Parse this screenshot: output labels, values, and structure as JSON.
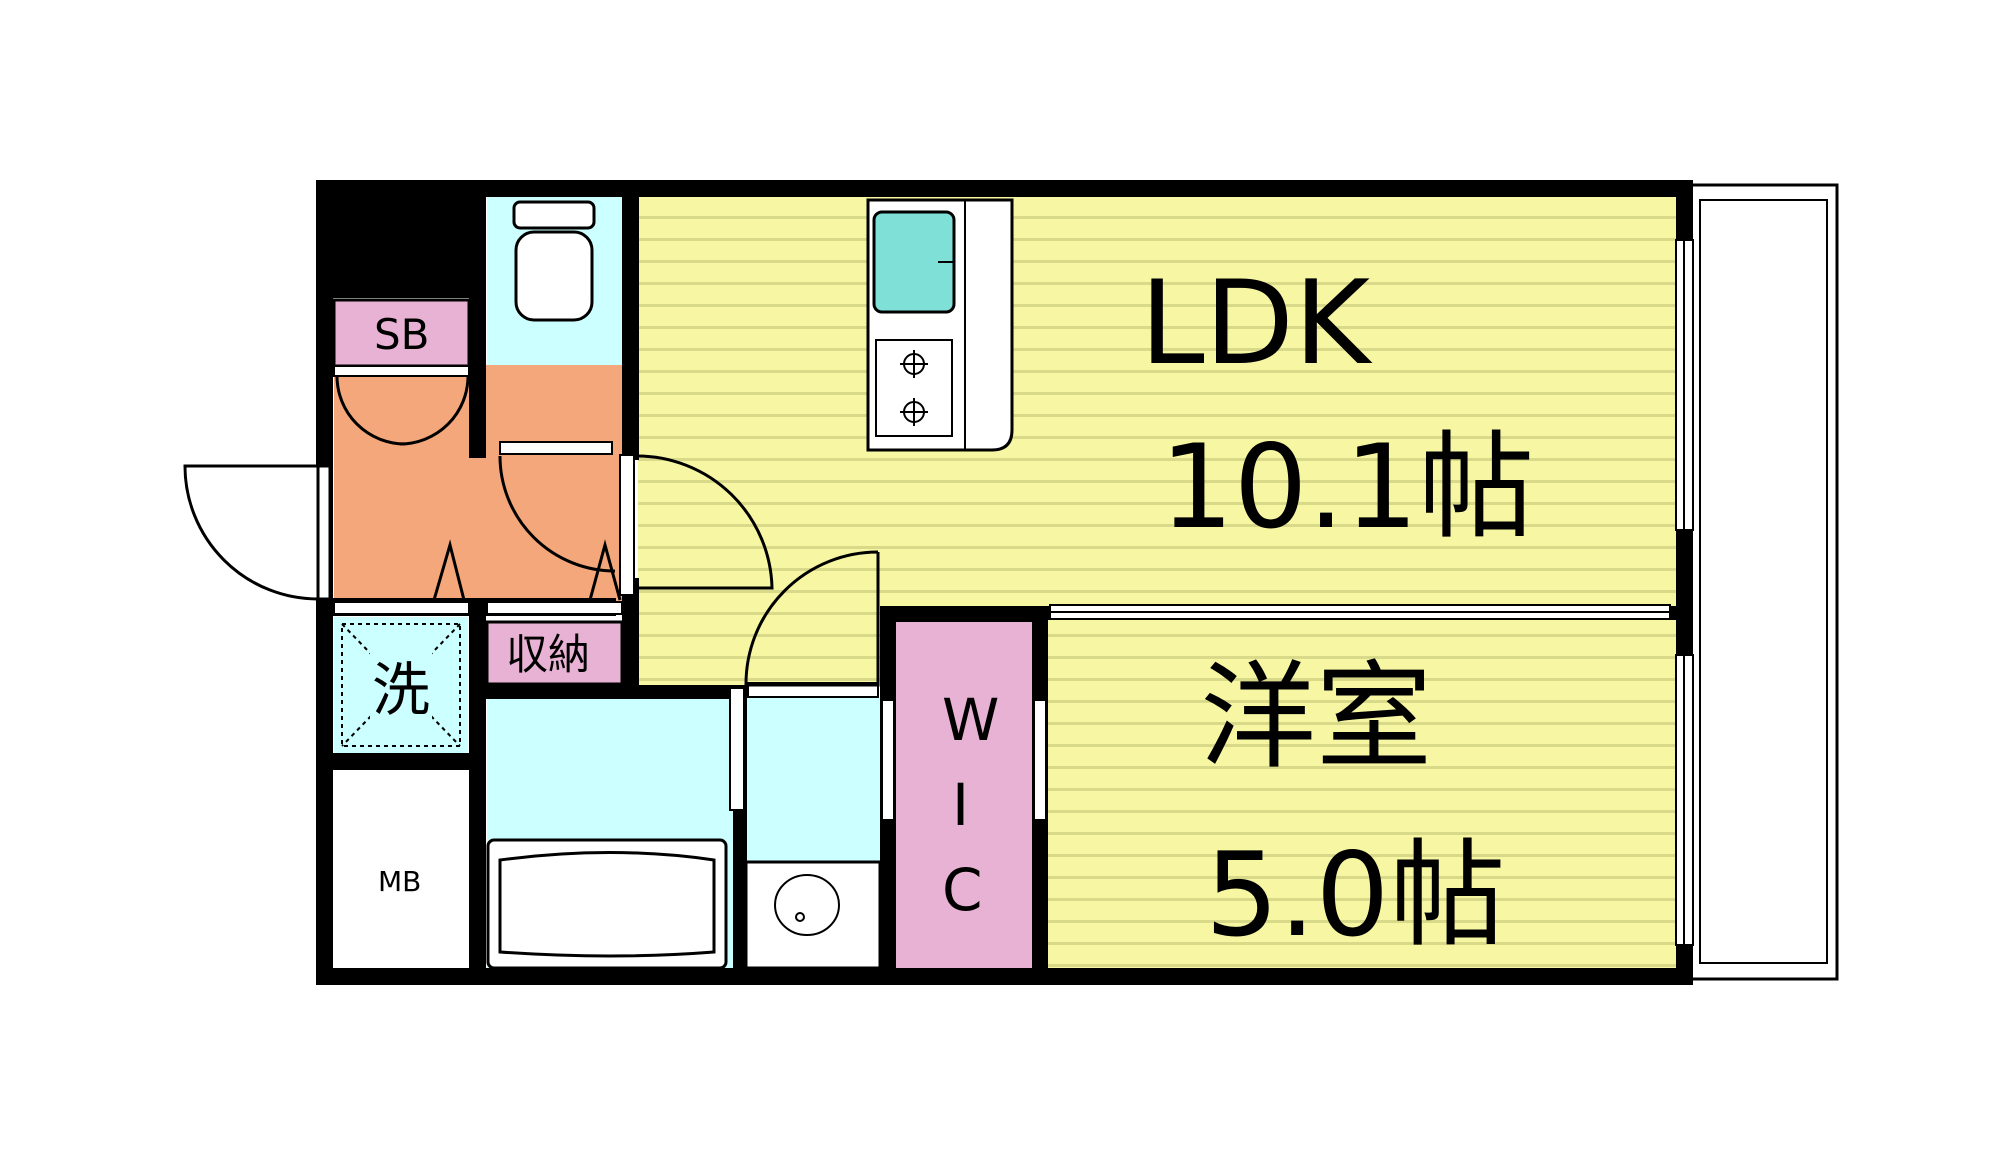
{
  "rooms": {
    "ldk": {
      "name": "LDK",
      "size": "10.1帖"
    },
    "western": {
      "name": "洋室",
      "size": "5.0帖"
    },
    "wic": {
      "letters": [
        "W",
        "I",
        "C"
      ]
    },
    "shoe_box": "SB",
    "storage": "収納",
    "washer": "洗",
    "meter_box": "MB"
  },
  "colors": {
    "room_yellow": "#f7f7a3",
    "room_stripe": "#d9d98a",
    "wet_cyan": "#ccffff",
    "entrance_orange": "#f4a77a",
    "storage_pink": "#e7b2d3",
    "sink_teal": "#7ee0d6",
    "wall": "#000000"
  }
}
